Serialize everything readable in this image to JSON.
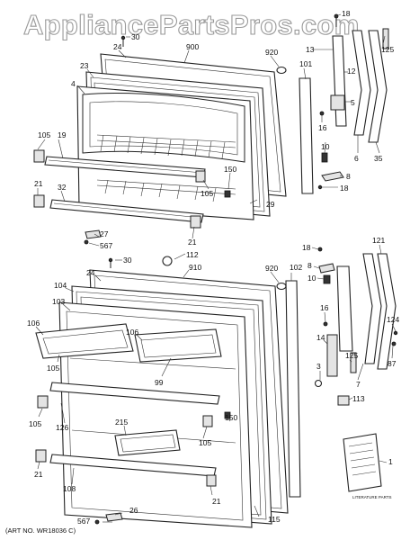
{
  "watermark": "AppliancePartsPros.com",
  "art_number": "(ART NO. WR18036 C)",
  "literature_label": "LITERATURE PARTS",
  "callouts": {
    "upper": {
      "c30": "30",
      "c24": "24",
      "c900": "900",
      "c920": "920",
      "c23": "23",
      "c4": "4",
      "c101": "101",
      "c105a": "105",
      "c19": "19",
      "c21a": "21",
      "c32": "32",
      "c150": "150",
      "c105b": "105",
      "c29": "29",
      "c27": "27",
      "c567": "567",
      "c21b": "21",
      "c18a": "18",
      "c13": "13",
      "c12": "12",
      "c125": "125",
      "c5": "5",
      "c16": "16",
      "c10": "10",
      "c6": "6",
      "c35": "35",
      "c8": "8",
      "c18b": "18"
    },
    "lower": {
      "c112": "112",
      "c30": "30",
      "c910": "910",
      "c920": "920",
      "c24": "24",
      "c102": "102",
      "c104": "104",
      "c103": "103",
      "c106a": "106",
      "c106b": "106",
      "c105a": "105",
      "c99": "99",
      "c105b": "105",
      "c126": "126",
      "c215": "215",
      "c150": "150",
      "c105c": "105",
      "c21a": "21",
      "c108": "108",
      "c21b": "21",
      "c115": "115",
      "c567": "567",
      "c26": "26",
      "c1": "1",
      "c18": "18",
      "c8": "8",
      "c10": "10",
      "c121": "121",
      "c16": "16",
      "c124": "124",
      "c14": "14",
      "c125": "125",
      "c87": "87",
      "c3": "3",
      "c7": "7",
      "c113": "113"
    }
  }
}
